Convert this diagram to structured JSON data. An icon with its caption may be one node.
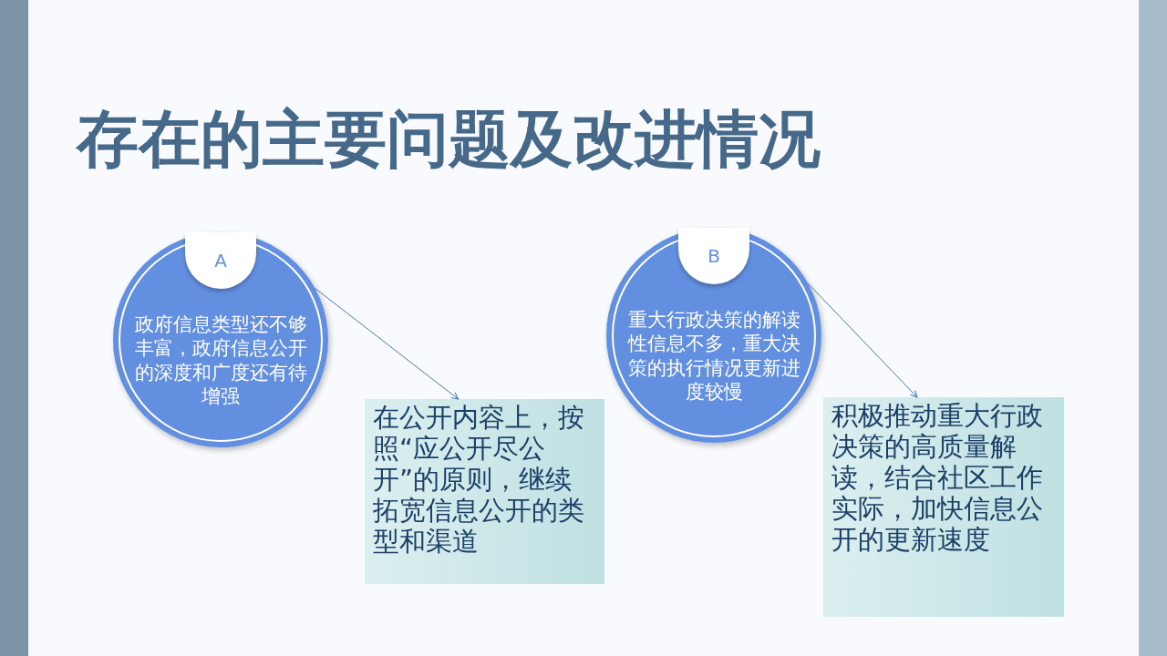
{
  "diagram": {
    "title": "存在的主要问题及改进情况",
    "nodes": [
      {
        "text": [
          "政府信息类型还不够丰富，政府信息公开的深度和广度还有待增强"
        ]
      },
      {
        "text": [
          "A"
        ],
        "in": 0
      },
      {
        "text": [
          "在公开内容上，按照“应公开尽公开”的原则，继续拓宽信息公开的类型和渠道"
        ]
      },
      {
        "text": [
          "重大行政决策的解读性信息不多，重大决策的执行情况更新进度较慢"
        ]
      },
      {
        "text": [
          "B"
        ],
        "in": 3
      },
      {
        "text": [
          "积极推动重大行政决策的高质量解读，结合社区工作实际，加快信息公开的更新速度"
        ]
      }
    ],
    "edges": [
      {
        "from": 0,
        "to": 2,
        "arrow": "to"
      },
      {
        "from": 3,
        "to": 5,
        "arrow": "to"
      }
    ]
  }
}
